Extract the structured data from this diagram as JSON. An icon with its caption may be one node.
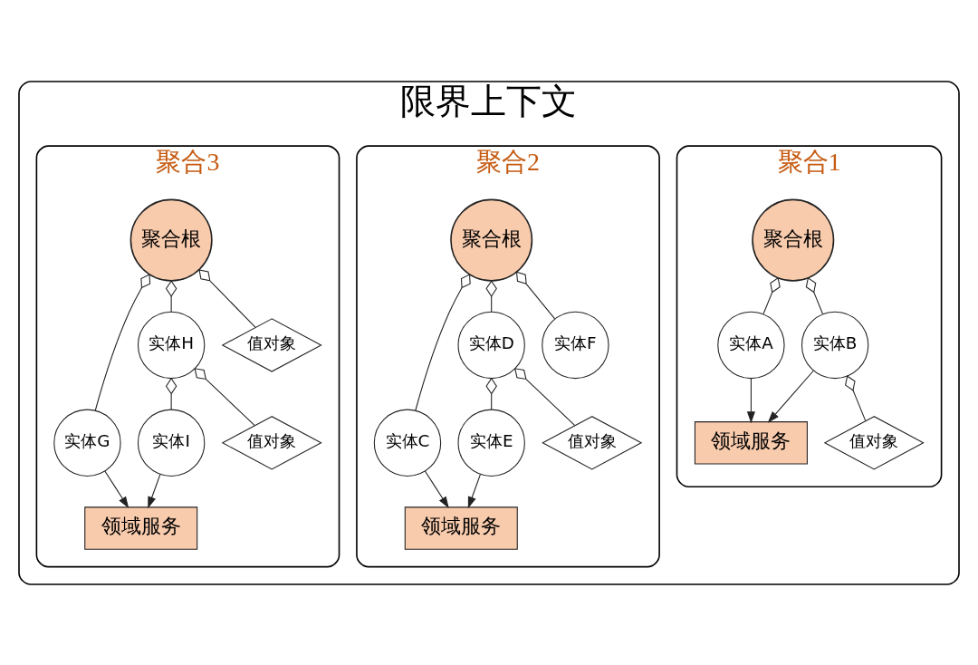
{
  "diagram": {
    "nodes": [
      {
        "text": [
          "限界上下文"
        ]
      },
      {
        "text": [
          "聚合1"
        ],
        "in": 0
      },
      {
        "text": [
          "聚合根"
        ],
        "in": 1
      },
      {
        "text": [
          "实体A"
        ],
        "in": 1
      },
      {
        "text": [
          "实体B"
        ],
        "in": 1
      },
      {
        "text": [
          "领域服务"
        ],
        "in": 1
      },
      {
        "text": [
          "值对象"
        ],
        "in": 1
      },
      {
        "text": [
          "聚合2"
        ],
        "in": 0
      },
      {
        "text": [
          "聚合根"
        ],
        "in": 7
      },
      {
        "text": [
          "实体C"
        ],
        "in": 7
      },
      {
        "text": [
          "实体D"
        ],
        "in": 7
      },
      {
        "text": [
          "实体F"
        ],
        "in": 7
      },
      {
        "text": [
          "领域服务"
        ],
        "in": 7
      },
      {
        "text": [
          "实体E"
        ],
        "in": 7
      },
      {
        "text": [
          "值对象"
        ],
        "in": 7
      },
      {
        "text": [
          "聚合3"
        ],
        "in": 0
      },
      {
        "text": [
          "聚合根"
        ],
        "in": 15
      },
      {
        "text": [
          "实体G"
        ],
        "in": 15
      },
      {
        "text": [
          "实体H"
        ],
        "in": 15
      },
      {
        "text": [
          "领域服务"
        ],
        "in": 15
      },
      {
        "text": [
          "实体I"
        ],
        "in": 15
      },
      {
        "text": [
          "值对象"
        ],
        "in": 15
      },
      {
        "text": [
          "值对象"
        ],
        "in": 15
      }
    ],
    "edges": [
      {
        "from": 2,
        "to": 3,
        "arrow": "other"
      },
      {
        "from": 2,
        "to": 4,
        "arrow": "other"
      },
      {
        "from": 3,
        "to": 5,
        "arrow": "to"
      },
      {
        "from": 4,
        "to": 5,
        "arrow": "to"
      },
      {
        "from": 4,
        "to": 6,
        "arrow": "other"
      },
      {
        "from": 8,
        "to": 9,
        "arrow": "other"
      },
      {
        "from": 8,
        "to": 10,
        "arrow": "other"
      },
      {
        "from": 8,
        "to": 11,
        "arrow": "other"
      },
      {
        "from": 9,
        "to": 12,
        "arrow": "to"
      },
      {
        "from": 10,
        "to": 13,
        "arrow": "other"
      },
      {
        "from": 13,
        "to": 12,
        "arrow": "to"
      },
      {
        "from": 10,
        "to": 14,
        "arrow": "other"
      },
      {
        "from": 16,
        "to": 17,
        "arrow": "other"
      },
      {
        "from": 16,
        "to": 18,
        "arrow": "other"
      },
      {
        "from": 17,
        "to": 19,
        "arrow": "to"
      },
      {
        "from": 18,
        "to": 20,
        "arrow": "other"
      },
      {
        "from": 20,
        "to": 19,
        "arrow": "to"
      },
      {
        "from": 16,
        "to": 21,
        "arrow": "other"
      },
      {
        "from": 18,
        "to": 22,
        "arrow": "other"
      }
    ]
  }
}
